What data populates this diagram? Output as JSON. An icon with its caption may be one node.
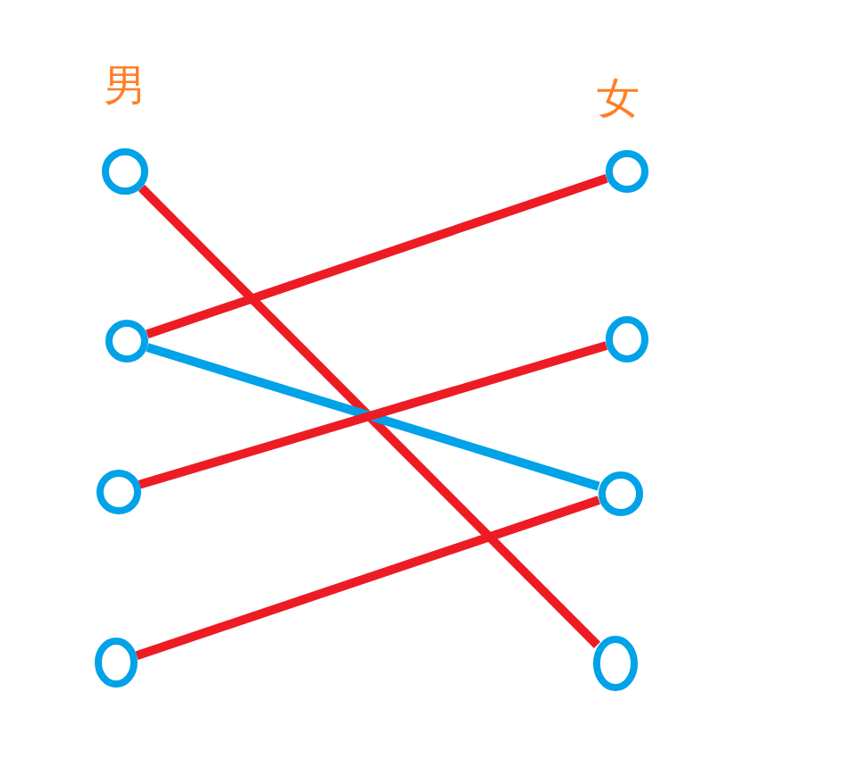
{
  "diagram": {
    "nodes": [
      {
        "text": [],
        "shape": "circle"
      },
      {
        "text": [],
        "shape": "circle"
      },
      {
        "text": [],
        "shape": "circle"
      },
      {
        "text": [],
        "shape": "circle"
      },
      {
        "text": [],
        "shape": "circle"
      },
      {
        "text": [],
        "shape": "circle"
      },
      {
        "text": [],
        "shape": "circle"
      },
      {
        "text": [],
        "shape": "circle"
      }
    ],
    "edges": [
      {
        "from": 0,
        "to": 7,
        "arrow": "none"
      },
      {
        "from": 1,
        "to": 4,
        "arrow": "none"
      },
      {
        "from": 1,
        "to": 6,
        "arrow": "none",
        "color": "#00a2e8"
      },
      {
        "from": 2,
        "to": 5,
        "arrow": "none"
      },
      {
        "from": 3,
        "to": 6,
        "arrow": "none"
      }
    ],
    "labels": [
      "男",
      "女"
    ]
  }
}
